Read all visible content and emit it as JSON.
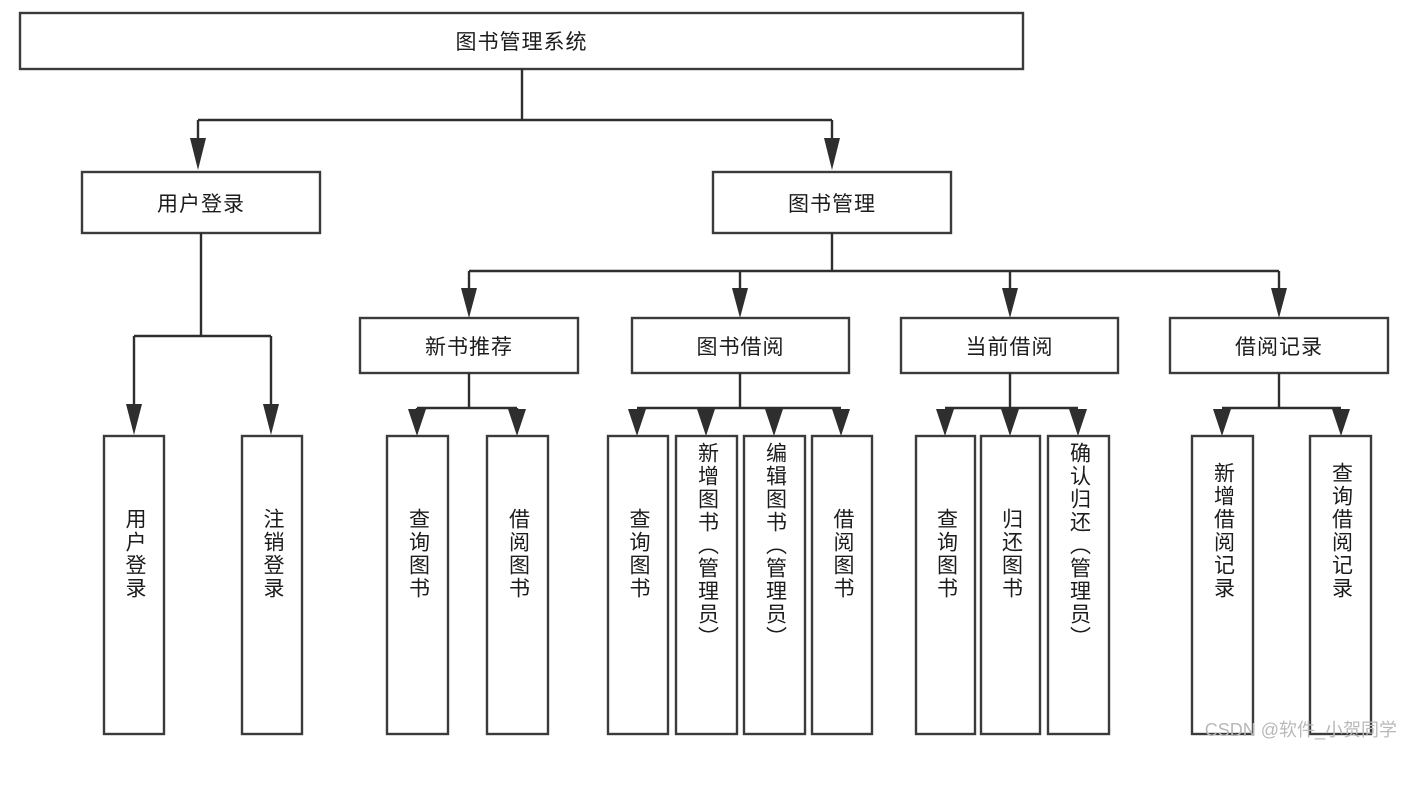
{
  "diagram": {
    "type": "tree-hierarchy",
    "title": "图书管理系统",
    "watermark": "CSDN @软件_小贺同学",
    "colors": {
      "box_stroke": "#3b3b3b",
      "line": "#2e2e2e",
      "box_fill": "#ffffff",
      "text": "#1c1c1c",
      "background": "#ffffff",
      "watermark": "#b9b9b9"
    },
    "root": {
      "id": "root",
      "label": "图书管理系统",
      "orientation": "horizontal"
    },
    "level1": [
      {
        "id": "user-login",
        "label": "用户登录",
        "orientation": "horizontal"
      },
      {
        "id": "book-management",
        "label": "图书管理",
        "orientation": "horizontal"
      }
    ],
    "level2": [
      {
        "id": "new-book-recommend",
        "label": "新书推荐",
        "orientation": "horizontal",
        "parent": "book-management"
      },
      {
        "id": "book-borrow",
        "label": "图书借阅",
        "orientation": "horizontal",
        "parent": "book-management"
      },
      {
        "id": "current-borrow",
        "label": "当前借阅",
        "orientation": "horizontal",
        "parent": "book-management"
      },
      {
        "id": "borrow-record",
        "label": "借阅记录",
        "orientation": "horizontal",
        "parent": "book-management"
      }
    ],
    "leaves": [
      {
        "id": "leaf-user-login",
        "label": "用户登录",
        "orientation": "vertical",
        "parent": "user-login"
      },
      {
        "id": "leaf-logout-login",
        "label": "注销登录",
        "orientation": "vertical",
        "parent": "user-login"
      },
      {
        "id": "leaf-query-book-1",
        "label": "查询图书",
        "orientation": "vertical",
        "parent": "new-book-recommend"
      },
      {
        "id": "leaf-borrow-book-1",
        "label": "借阅图书",
        "orientation": "vertical",
        "parent": "new-book-recommend"
      },
      {
        "id": "leaf-query-book-2",
        "label": "查询图书",
        "orientation": "vertical",
        "parent": "book-borrow"
      },
      {
        "id": "leaf-add-book",
        "label": "新增图书（管理员）",
        "orientation": "vertical",
        "parent": "book-borrow"
      },
      {
        "id": "leaf-edit-book",
        "label": "编辑图书（管理员）",
        "orientation": "vertical",
        "parent": "book-borrow"
      },
      {
        "id": "leaf-borrow-book-2",
        "label": "借阅图书",
        "orientation": "vertical",
        "parent": "book-borrow"
      },
      {
        "id": "leaf-query-book-3",
        "label": "查询图书",
        "orientation": "vertical",
        "parent": "current-borrow"
      },
      {
        "id": "leaf-return-book",
        "label": "归还图书",
        "orientation": "vertical",
        "parent": "current-borrow"
      },
      {
        "id": "leaf-confirm-return",
        "label": "确认归还（管理员）",
        "orientation": "vertical",
        "parent": "current-borrow"
      },
      {
        "id": "leaf-add-record",
        "label": "新增借阅记录",
        "orientation": "vertical",
        "parent": "borrow-record"
      },
      {
        "id": "leaf-query-record",
        "label": "查询借阅记录",
        "orientation": "vertical",
        "parent": "borrow-record"
      }
    ]
  }
}
